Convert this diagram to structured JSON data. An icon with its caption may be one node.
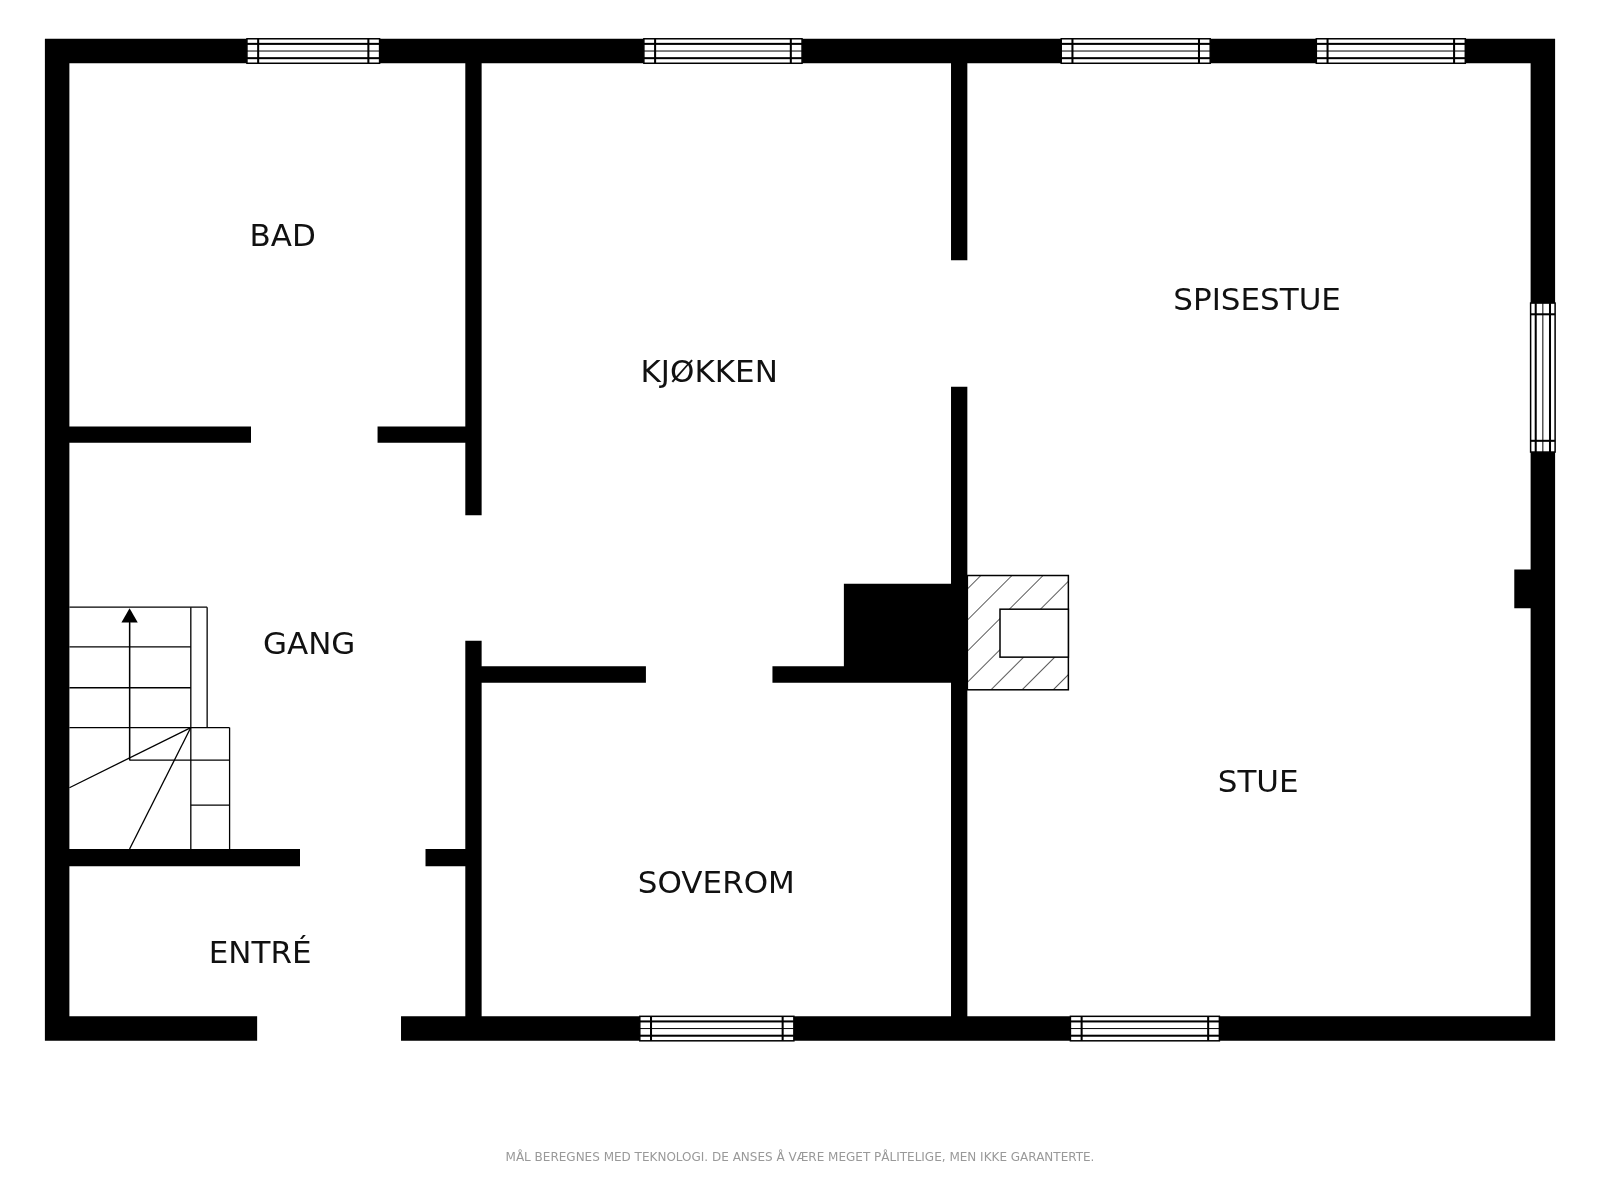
{
  "diagram": {
    "nodes": [
      {
        "text": [
          "BAD"
        ]
      },
      {
        "text": [
          "KJØKKEN"
        ]
      },
      {
        "text": [
          "SPISESTUE",
          "STUE"
        ]
      },
      {
        "text": [
          "GANG"
        ]
      },
      {
        "text": [
          "SOVEROM"
        ]
      },
      {
        "text": [
          "ENTRÉ"
        ]
      }
    ],
    "edges": [],
    "labels": [
      "MÅL BEREGNES MED TEKNOLOGI. DE ANSES Å VÆRE MEGET PÅLITELIGE, MEN IKKE GARANTERTE."
    ]
  }
}
